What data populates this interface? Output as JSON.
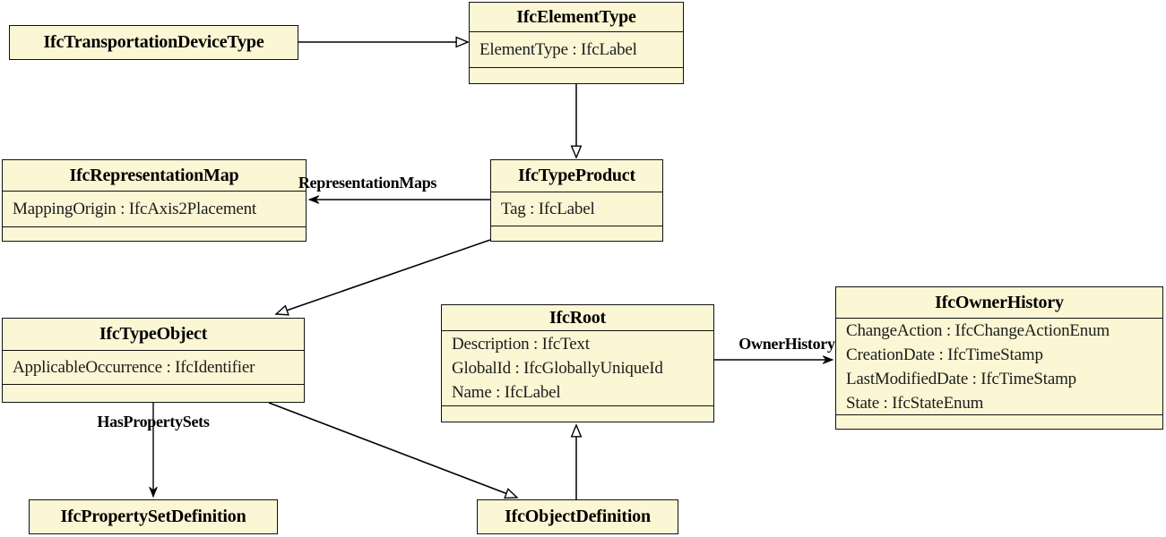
{
  "colors": {
    "box_fill": "#FBF6D4",
    "box_border": "#111111",
    "line_color": "#000000"
  },
  "classes": [
    {
      "title": "IfcTransportationDeviceType",
      "attributes": []
    },
    {
      "title": "IfcElementType",
      "attributes": [
        "ElementType : IfcLabel"
      ]
    },
    {
      "title": "IfcRepresentationMap",
      "attributes": [
        "MappingOrigin : IfcAxis2Placement"
      ]
    },
    {
      "title": "IfcTypeProduct",
      "attributes": [
        "Tag : IfcLabel"
      ]
    },
    {
      "title": "IfcTypeObject",
      "attributes": [
        "ApplicableOccurrence : IfcIdentifier"
      ]
    },
    {
      "title": "IfcRoot",
      "attributes": [
        "Description : IfcText",
        "GlobalId : IfcGloballyUniqueId",
        "Name : IfcLabel"
      ]
    },
    {
      "title": "IfcOwnerHistory",
      "attributes": [
        "ChangeAction : IfcChangeActionEnum",
        "CreationDate : IfcTimeStamp",
        "LastModifiedDate : IfcTimeStamp",
        "State : IfcStateEnum"
      ]
    },
    {
      "title": "IfcPropertySetDefinition",
      "attributes": []
    },
    {
      "title": "IfcObjectDefinition",
      "attributes": []
    }
  ],
  "relation_labels": {
    "representation_maps": "RepresentationMaps",
    "has_property_sets": "HasPropertySets",
    "owner_history": "OwnerHistory"
  },
  "edges": [
    {
      "from": "IfcTransportationDeviceType",
      "to": "IfcElementType",
      "type": "inheritance"
    },
    {
      "from": "IfcElementType",
      "to": "IfcTypeProduct",
      "type": "inheritance"
    },
    {
      "from": "IfcTypeProduct",
      "to": "IfcRepresentationMap",
      "type": "association",
      "label": "RepresentationMaps"
    },
    {
      "from": "IfcTypeProduct",
      "to": "IfcTypeObject",
      "type": "inheritance"
    },
    {
      "from": "IfcTypeObject",
      "to": "IfcPropertySetDefinition",
      "type": "association",
      "label": "HasPropertySets"
    },
    {
      "from": "IfcTypeObject",
      "to": "IfcObjectDefinition",
      "type": "inheritance"
    },
    {
      "from": "IfcObjectDefinition",
      "to": "IfcRoot",
      "type": "inheritance"
    },
    {
      "from": "IfcRoot",
      "to": "IfcOwnerHistory",
      "type": "association",
      "label": "OwnerHistory"
    }
  ]
}
